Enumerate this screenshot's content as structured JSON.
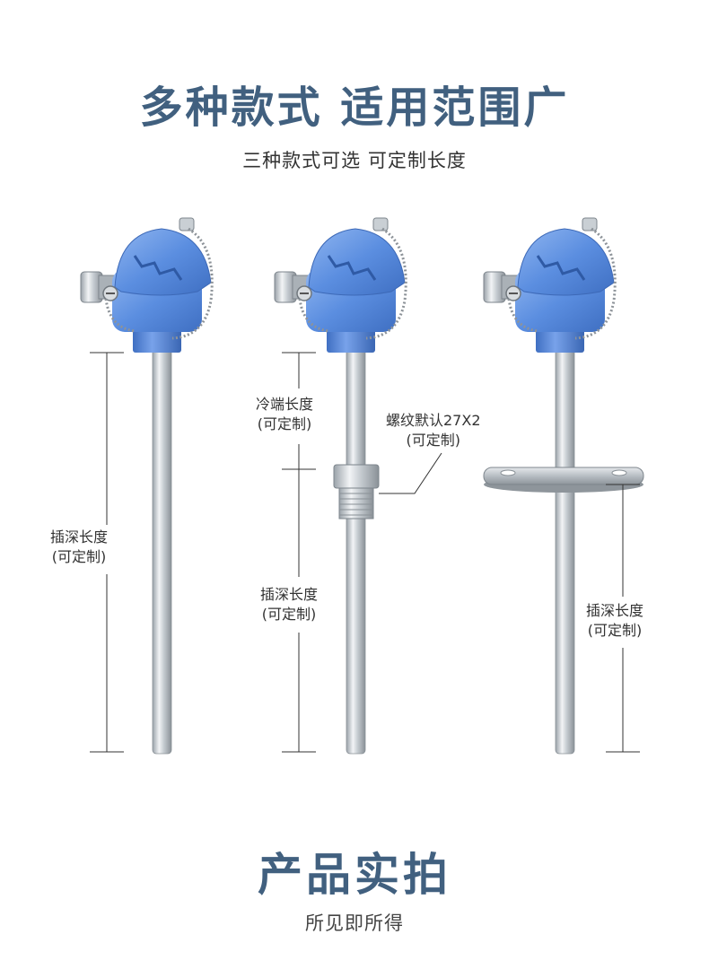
{
  "header": {
    "title": "多种款式 适用范围广",
    "subtitle": "三种款式可选 可定制长度"
  },
  "products": [
    {
      "labels": [
        {
          "line1": "插深长度",
          "line2": "(可定制)"
        }
      ]
    },
    {
      "labels": [
        {
          "line1": "冷端长度",
          "line2": "(可定制)"
        },
        {
          "line1": "插深长度",
          "line2": "(可定制)"
        }
      ],
      "callout": {
        "line1": "螺纹默认27X2",
        "line2": "(可定制)"
      }
    },
    {
      "labels": [
        {
          "line1": "插深长度",
          "line2": "(可定制)"
        }
      ]
    }
  ],
  "footer": {
    "title": "产品实拍",
    "subtitle": "所见即所得"
  },
  "colors": {
    "brand": "#41607f",
    "head_blue": "#5b8ee0",
    "steel": "#c9cfd4"
  }
}
